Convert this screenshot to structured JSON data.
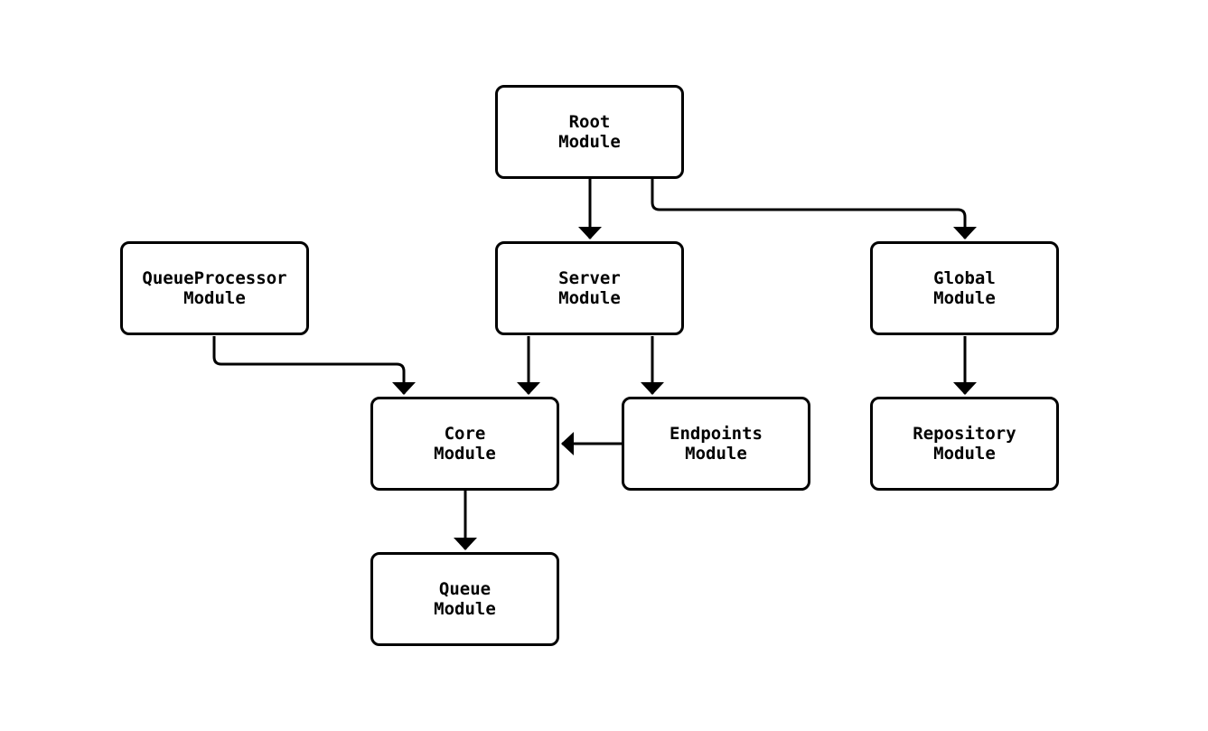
{
  "diagram": {
    "type": "module-dependency-graph",
    "background_color": "#ffffff",
    "node_fill_color": "#ffffff",
    "line_color": "#000000",
    "nodes": [
      {
        "id": "root",
        "label": "Root\nModule"
      },
      {
        "id": "server",
        "label": "Server\nModule"
      },
      {
        "id": "global",
        "label": "Global\nModule"
      },
      {
        "id": "queueprocessor",
        "label": "QueueProcessor\nModule"
      },
      {
        "id": "core",
        "label": "Core\nModule"
      },
      {
        "id": "endpoints",
        "label": "Endpoints\nModule"
      },
      {
        "id": "repository",
        "label": "Repository\nModule"
      },
      {
        "id": "queue",
        "label": "Queue\nModule"
      }
    ],
    "edges": [
      {
        "from": "root",
        "to": "server"
      },
      {
        "from": "root",
        "to": "global"
      },
      {
        "from": "queueprocessor",
        "to": "core"
      },
      {
        "from": "server",
        "to": "core"
      },
      {
        "from": "server",
        "to": "endpoints"
      },
      {
        "from": "endpoints",
        "to": "core"
      },
      {
        "from": "global",
        "to": "repository"
      },
      {
        "from": "core",
        "to": "queue"
      }
    ]
  }
}
